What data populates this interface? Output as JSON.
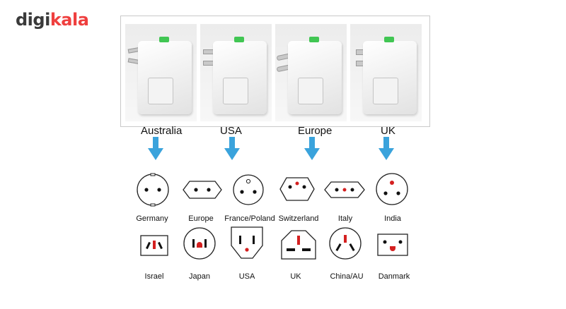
{
  "brand": {
    "part1": "digi",
    "part2": "kala"
  },
  "adapter_regions": [
    "Australia",
    "USA",
    "Europe",
    "UK"
  ],
  "plugs_row1": [
    {
      "label": "Germany",
      "icon": "socket-germany-icon"
    },
    {
      "label": "Europe",
      "icon": "socket-europe-icon"
    },
    {
      "label": "France/Poland",
      "icon": "socket-france-poland-icon"
    },
    {
      "label": "Switzerland",
      "icon": "socket-switzerland-icon"
    },
    {
      "label": "Italy",
      "icon": "socket-italy-icon"
    },
    {
      "label": "India",
      "icon": "socket-india-icon"
    }
  ],
  "plugs_row2": [
    {
      "label": "Israel",
      "icon": "socket-israel-icon"
    },
    {
      "label": "Japan",
      "icon": "socket-japan-icon"
    },
    {
      "label": "USA",
      "icon": "socket-usa-icon"
    },
    {
      "label": "UK",
      "icon": "socket-uk-icon"
    },
    {
      "label": "China/AU",
      "icon": "socket-china-au-icon"
    },
    {
      "label": "Danmark",
      "icon": "socket-danmark-icon"
    }
  ],
  "colors": {
    "arrow": "#3aa3dc",
    "pin_red": "#d42020",
    "pin_black": "#111111",
    "logo_red": "#ef3f3e",
    "logo_gray": "#3a3a3a"
  }
}
